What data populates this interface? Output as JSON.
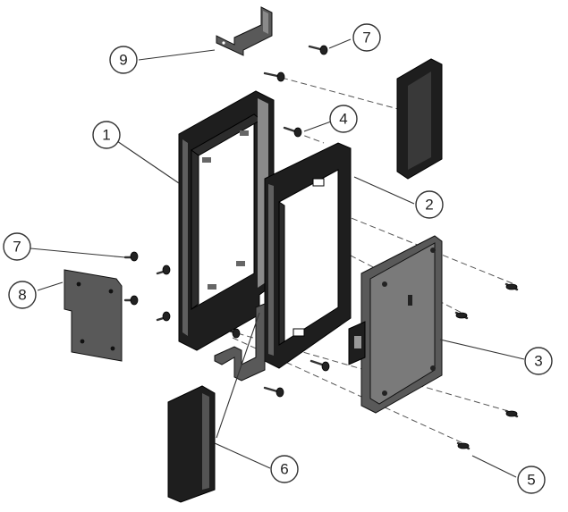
{
  "diagram": {
    "callouts": [
      {
        "id": "c1",
        "label": "1"
      },
      {
        "id": "c2",
        "label": "2"
      },
      {
        "id": "c3",
        "label": "3"
      },
      {
        "id": "c4",
        "label": "4"
      },
      {
        "id": "c5",
        "label": "5"
      },
      {
        "id": "c6",
        "label": "6"
      },
      {
        "id": "c7a",
        "label": "7"
      },
      {
        "id": "c7b",
        "label": "7"
      },
      {
        "id": "c8",
        "label": "8"
      },
      {
        "id": "c9",
        "label": "9"
      }
    ],
    "colors": {
      "part": "#1e1e1e",
      "part_highlight": "#8a8a8a",
      "line": "#333333",
      "background": "#ffffff"
    }
  }
}
